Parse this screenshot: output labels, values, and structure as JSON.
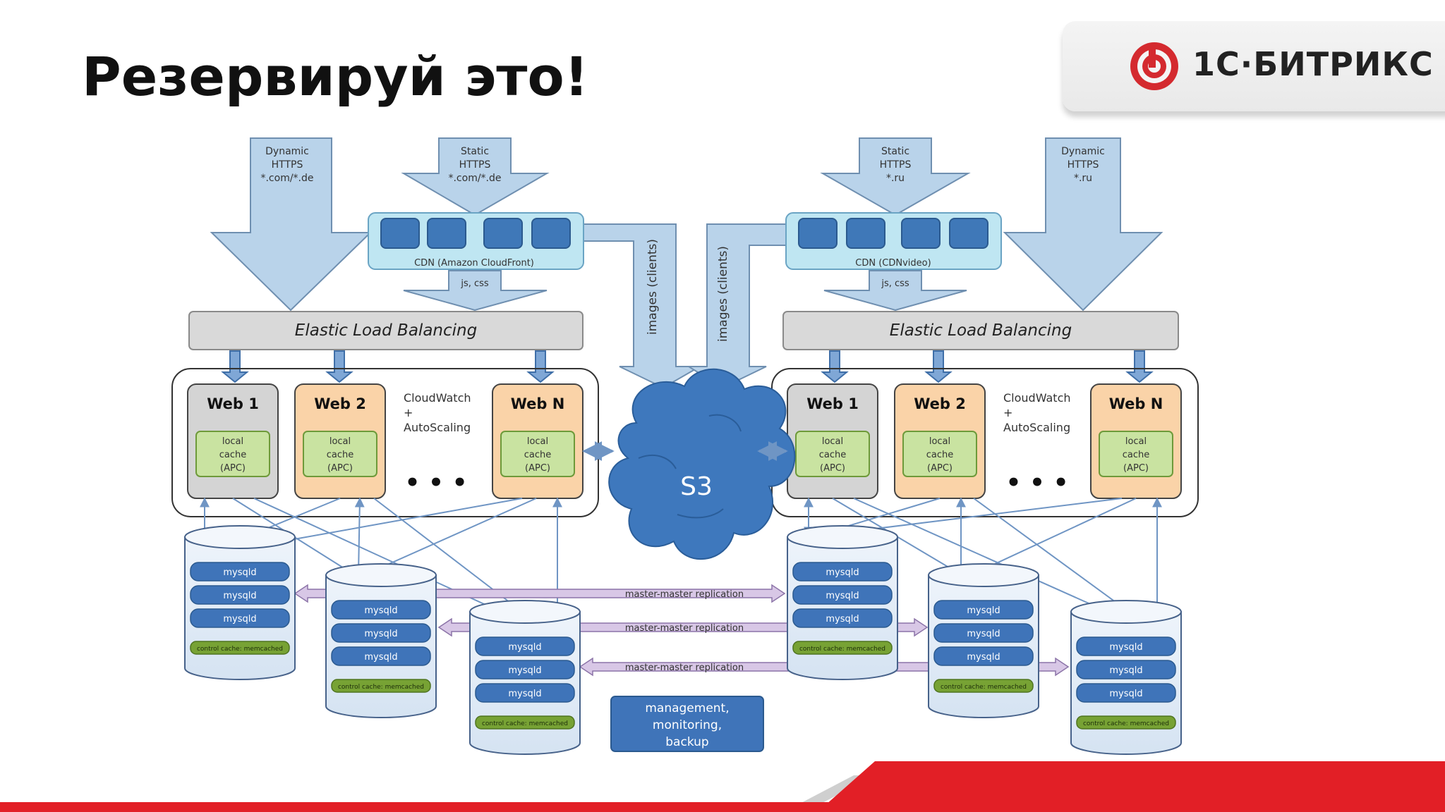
{
  "title": "Резервируй это!",
  "logo": {
    "text": "1С·БИТРИКС"
  },
  "colors": {
    "arrow_fill": "#b9d3ea",
    "arrow_stroke": "#6f8fb0",
    "cdn_fill": "#bfe6f2",
    "cdn_box": "#3f78b8",
    "elb_fill": "#d9d9d9",
    "web_gray": "#d4d4d4",
    "web_orange": "#fad3a8",
    "cache_green": "#c9e3a1",
    "db_blue": "#3f74b9",
    "db_green": "#77a234",
    "cloud_blue": "#3e78bd",
    "replication": "#d8c7e6",
    "brand_red": "#e21f26"
  },
  "left": {
    "dynamic": [
      "Dynamic",
      "HTTPS",
      "*.com/*.de"
    ],
    "static": [
      "Static",
      "HTTPS",
      "*.com/*.de"
    ],
    "cdn_label": "CDN (Amazon CloudFront)",
    "jscss": "js, css",
    "images": "images (clients)",
    "elb": "Elastic Load Balancing",
    "web1": "Web 1",
    "web2": "Web 2",
    "webN": "Web N",
    "cloudwatch": [
      "CloudWatch",
      "+",
      "AutoScaling"
    ]
  },
  "right": {
    "dynamic": [
      "Dynamic",
      "HTTPS",
      "*.ru"
    ],
    "static": [
      "Static",
      "HTTPS",
      "*.ru"
    ],
    "cdn_label": "CDN (CDNvideo)",
    "jscss": "js, css",
    "images": "images (clients)",
    "elb": "Elastic Load Balancing",
    "web1": "Web 1",
    "web2": "Web 2",
    "webN": "Web N",
    "cloudwatch": [
      "CloudWatch",
      "+",
      "AutoScaling"
    ]
  },
  "cache_label": [
    "local",
    "cache",
    "(APC)"
  ],
  "ellipsis": "• • •",
  "s3": "S3",
  "mysql_label": "mysqld",
  "memcache_label": "control cache: memcached",
  "replication": [
    "master-master replication",
    "master-master replication",
    "master-master replication"
  ],
  "management": [
    "management,",
    "monitoring,",
    "backup"
  ]
}
